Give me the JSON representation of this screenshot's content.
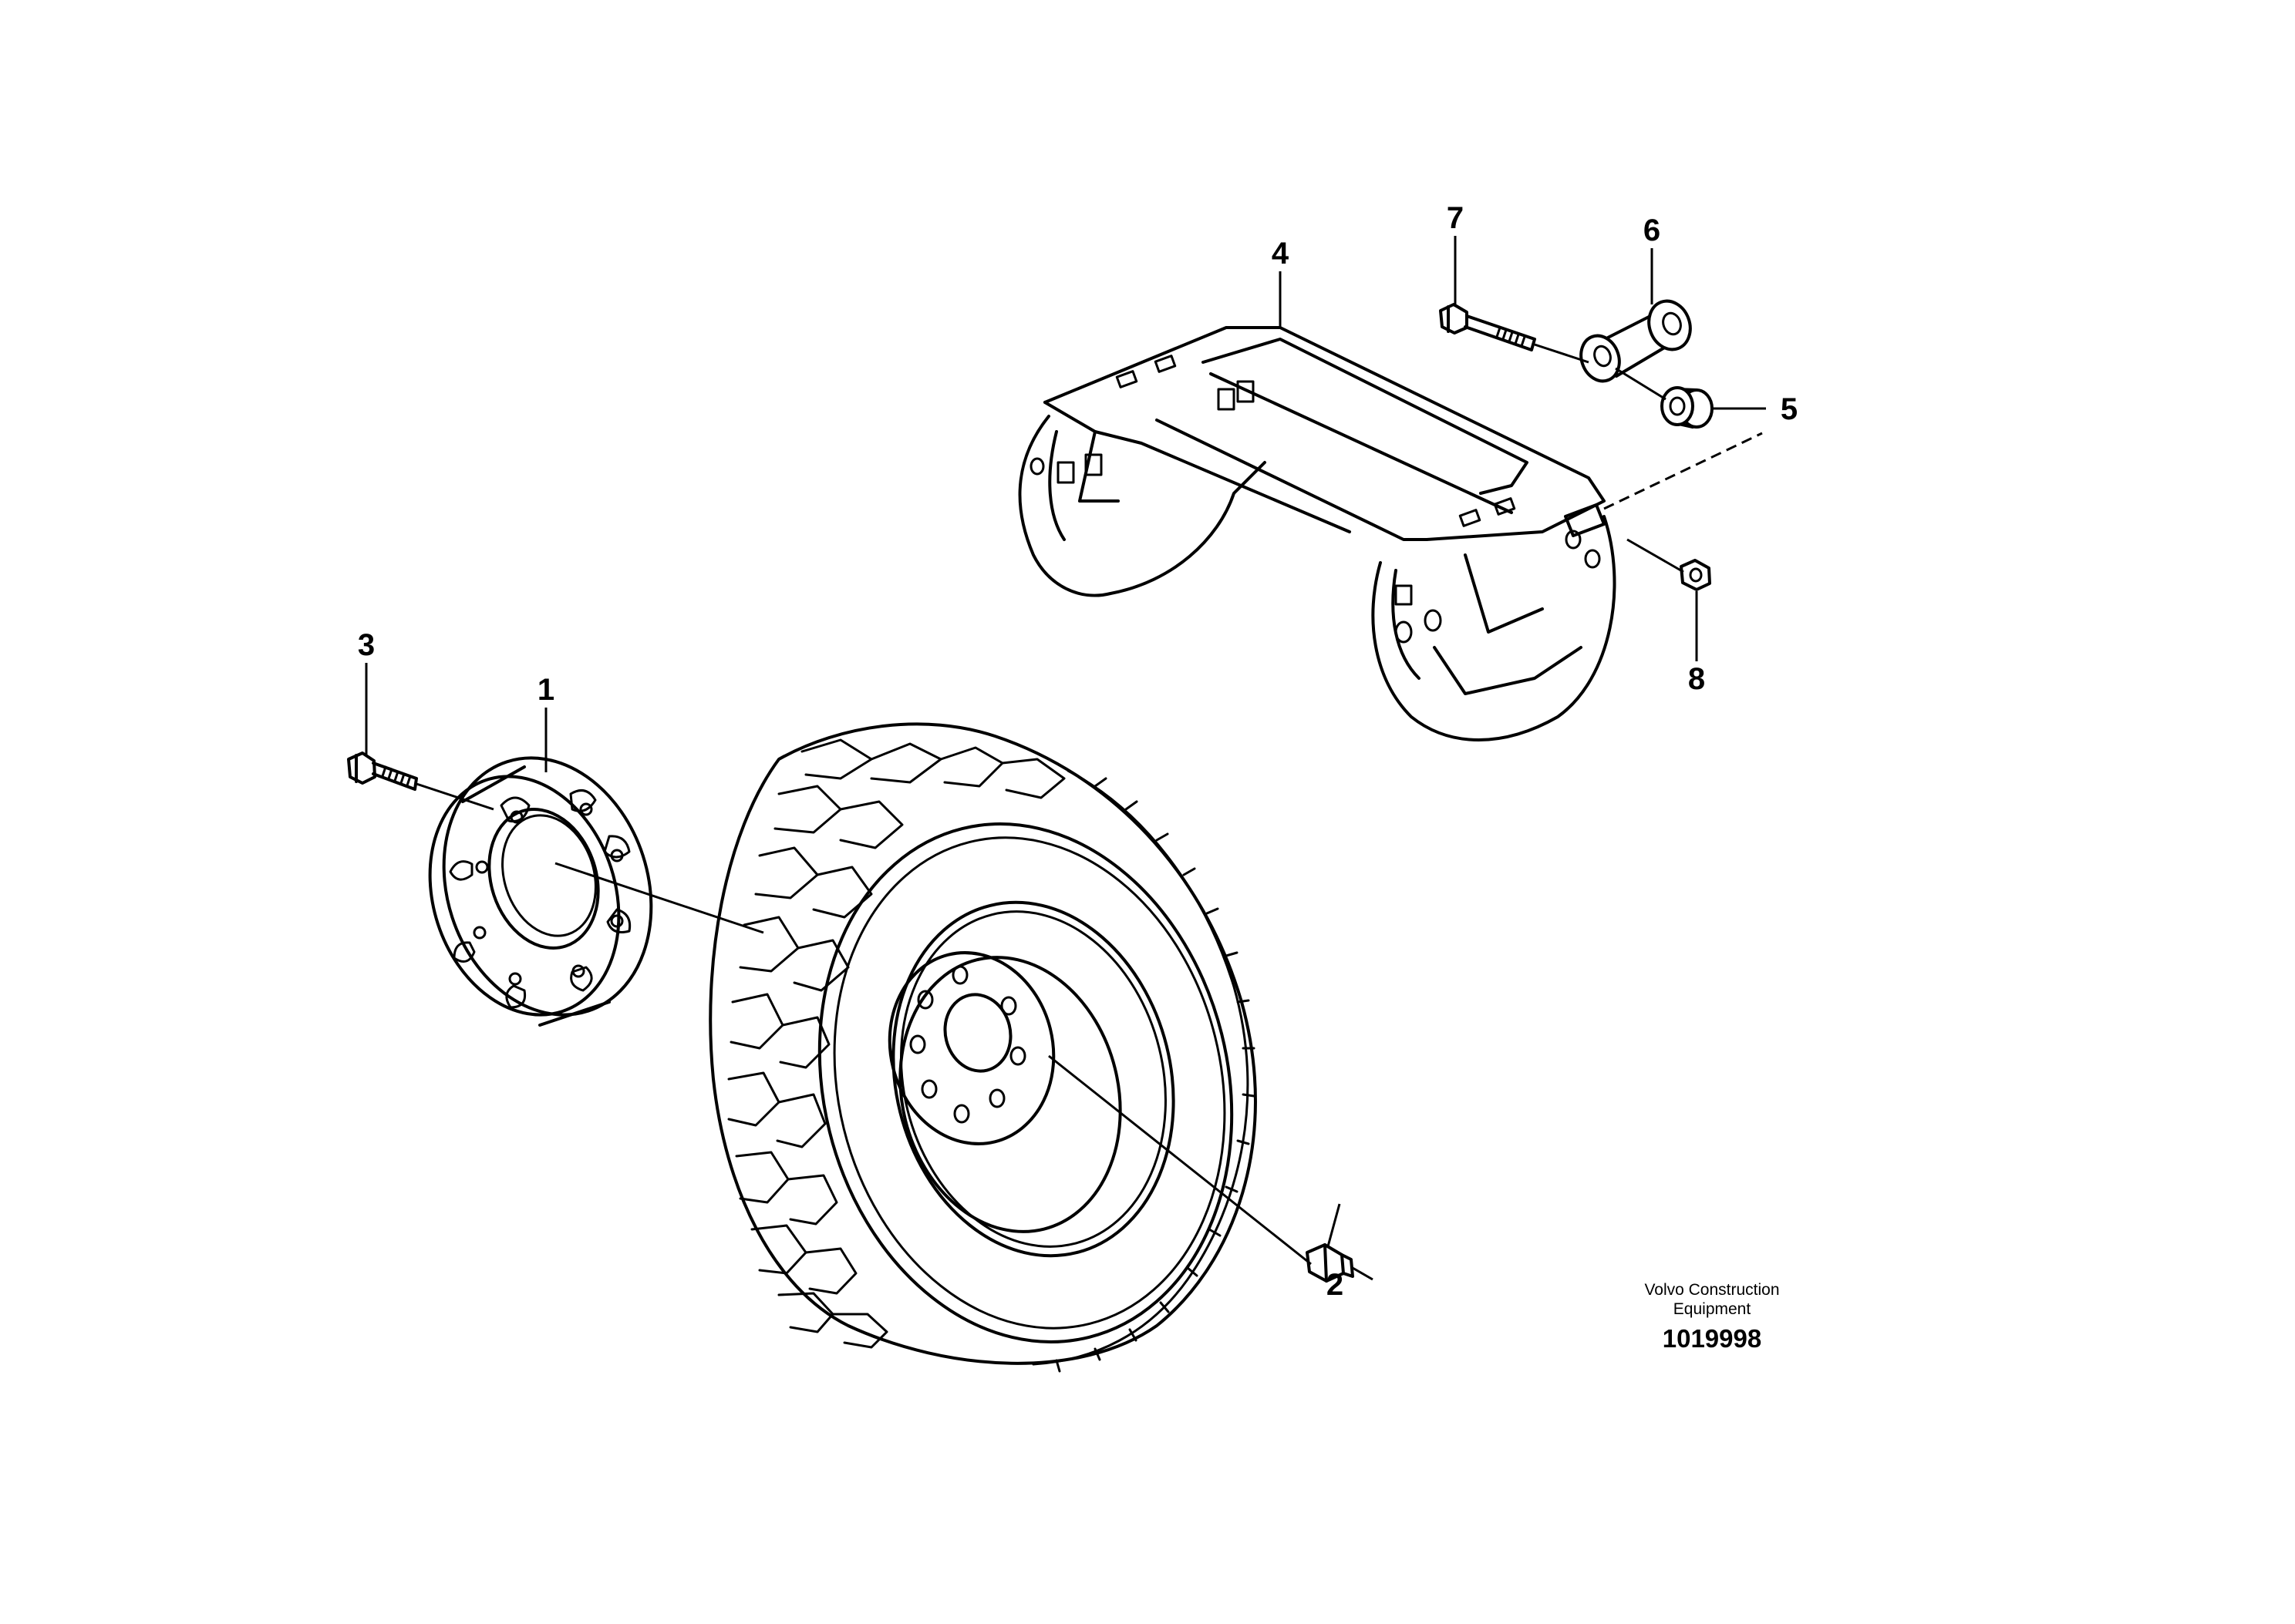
{
  "callouts": [
    "1",
    "2",
    "3",
    "4",
    "5",
    "6",
    "7",
    "8"
  ],
  "credit": {
    "line1": "Volvo Construction",
    "line2": "Equipment",
    "drawing_number": "1019998"
  }
}
